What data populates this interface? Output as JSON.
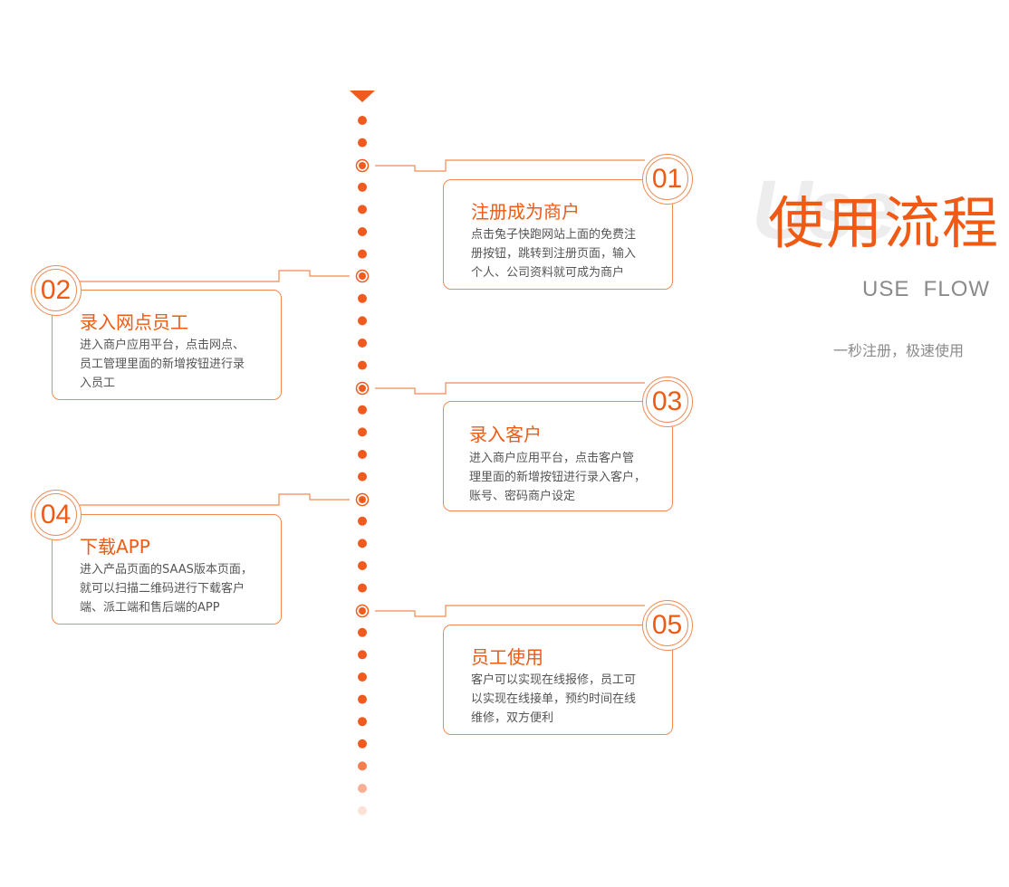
{
  "header": {
    "title": "使用流程",
    "subtitle": "USE  FLOW",
    "tagline": "一秒注册，极速使用",
    "decoration": "Use"
  },
  "colors": {
    "accent": "#ef5a14",
    "line": "#f08a52",
    "dot": "#f05a1e",
    "text": "#555555",
    "muted": "#8a8a8a"
  },
  "steps": [
    {
      "number": "01",
      "title": "注册成为商户",
      "lines": [
        "点击兔子快跑网站上面的免费注",
        "册按钮，跳转到注册页面，输入",
        "个人、公司资料就可成为商户"
      ]
    },
    {
      "number": "02",
      "title": "录入网点员工",
      "lines": [
        "进入商户应用平台，点击网点、",
        "员工管理里面的新增按钮进行录",
        "入员工"
      ]
    },
    {
      "number": "03",
      "title": "录入客户",
      "lines": [
        "进入商户应用平台，点击客户管",
        "理里面的新增按钮进行录入客户，",
        "账号、密码商户设定"
      ]
    },
    {
      "number": "04",
      "title": "下载APP",
      "lines": [
        "进入产品页面的SAAS版本页面，",
        "就可以扫描二维码进行下载客户",
        "端、派工端和售后端的APP"
      ]
    },
    {
      "number": "05",
      "title": "员工使用",
      "lines": [
        "客户可以实现在线报修，员工可",
        "以实现在线接单，预约时间在线",
        "维修，双方便利"
      ]
    }
  ]
}
